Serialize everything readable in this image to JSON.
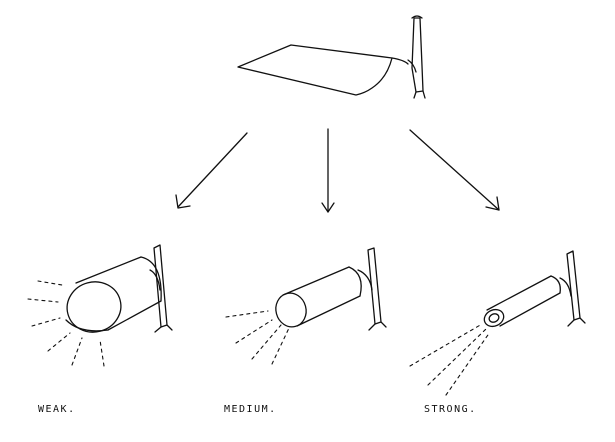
{
  "labels": {
    "weak": "WEAK.",
    "medium": "MEDIUM.",
    "strong": "STRONG."
  },
  "colors": {
    "ink": "#111111",
    "background": "#ffffff"
  }
}
